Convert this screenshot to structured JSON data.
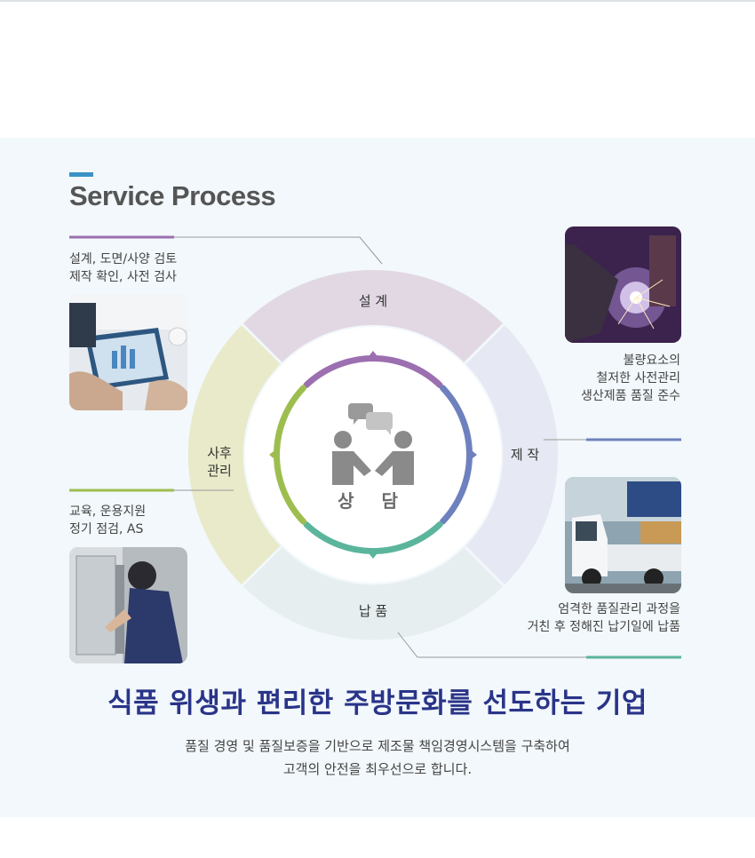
{
  "section_title": "Service Process",
  "stages": {
    "design": {
      "label": "설 계",
      "desc": [
        "설계, 도면/사양 검토",
        "제작 확인, 사전 검사"
      ]
    },
    "production": {
      "label": "제 작",
      "desc": [
        "불량요소의",
        "철저한 사전관리",
        "생산제품 품질 준수"
      ]
    },
    "delivery": {
      "label": "납 품",
      "desc": [
        "엄격한 품질관리 과정을",
        "거친 후 정해진 납기일에 납품"
      ]
    },
    "aftercare": {
      "label_lines": [
        "사후",
        "관리"
      ],
      "desc": [
        "교육, 운용지원",
        "정기 점검, AS"
      ]
    }
  },
  "center": {
    "label": "상 담",
    "icon": "consultation-handshake-icon"
  },
  "headline": "식품 위생과 편리한 주방문화를 선도하는 기업",
  "description": [
    "품질 경영 및 품질보증을 기반으로 제조물 책임경영시스템을 구축하여",
    "고객의 안전을 최우선으로 합니다."
  ],
  "colors": {
    "accent_blue": "#3a92c6",
    "design_purple": "#9c6fb0",
    "production_blue": "#6e81be",
    "delivery_teal": "#5bb59c",
    "aftercare_green": "#9dbe4f",
    "headline_navy": "#2a3488"
  }
}
